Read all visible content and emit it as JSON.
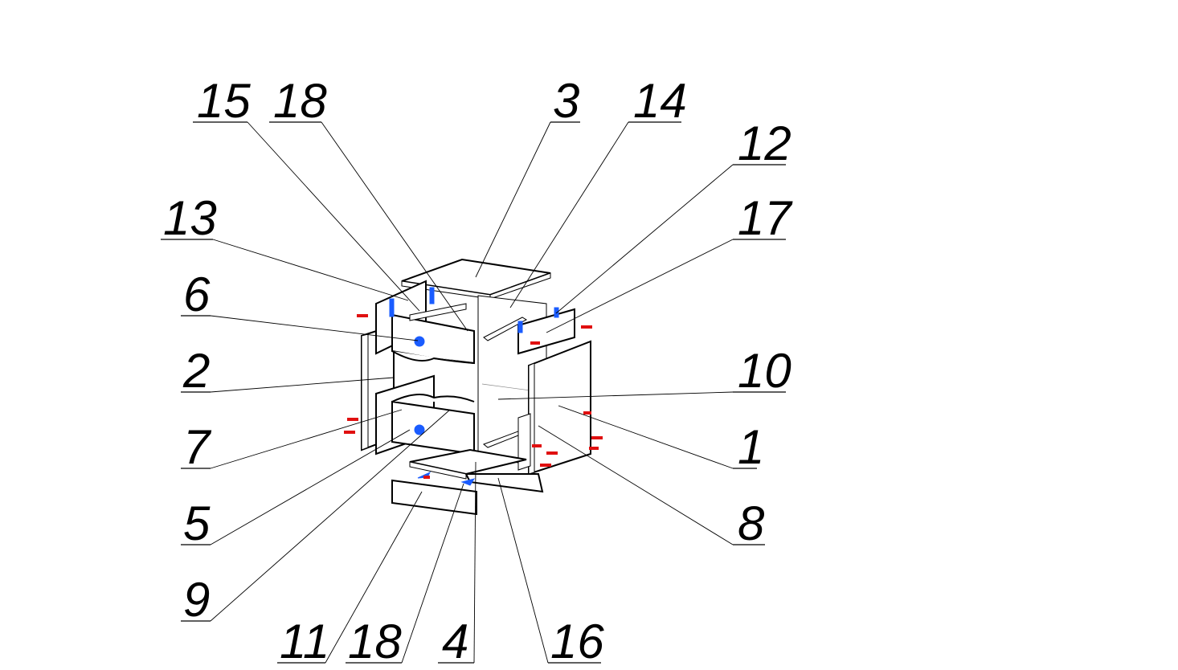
{
  "diagram": {
    "type": "exploded-assembly-drawing",
    "callouts": [
      {
        "id": "c15",
        "label": "15"
      },
      {
        "id": "c18a",
        "label": "18"
      },
      {
        "id": "c3",
        "label": "3"
      },
      {
        "id": "c14",
        "label": "14"
      },
      {
        "id": "c12",
        "label": "12"
      },
      {
        "id": "c17",
        "label": "17"
      },
      {
        "id": "c13",
        "label": "13"
      },
      {
        "id": "c6",
        "label": "6"
      },
      {
        "id": "c2",
        "label": "2"
      },
      {
        "id": "c10",
        "label": "10"
      },
      {
        "id": "c1",
        "label": "1"
      },
      {
        "id": "c7",
        "label": "7"
      },
      {
        "id": "c8",
        "label": "8"
      },
      {
        "id": "c5",
        "label": "5"
      },
      {
        "id": "c9",
        "label": "9"
      },
      {
        "id": "c11",
        "label": "11"
      },
      {
        "id": "c18b",
        "label": "18"
      },
      {
        "id": "c4",
        "label": "4"
      },
      {
        "id": "c16",
        "label": "16"
      }
    ],
    "colors": {
      "lines": "#000000",
      "hardware_red": "#e01010",
      "hardware_blue": "#1a5cff"
    }
  }
}
